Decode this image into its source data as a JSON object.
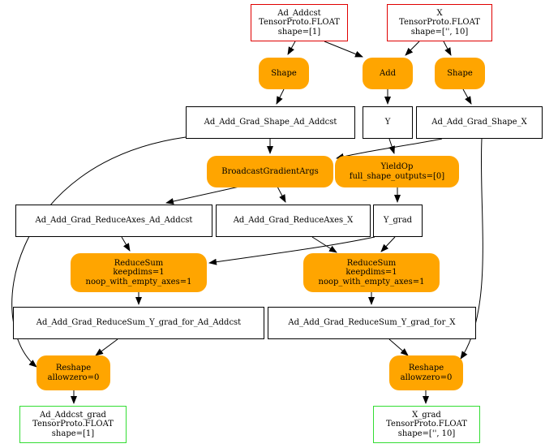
{
  "nodes": {
    "in_addcst": {
      "lines": [
        "Ad_Addcst",
        "TensorProto.FLOAT",
        "shape=[1]"
      ]
    },
    "in_x": {
      "lines": [
        "X",
        "TensorProto.FLOAT",
        "shape=['', 10]"
      ]
    },
    "op_shape_left": {
      "lines": [
        "Shape"
      ]
    },
    "op_add": {
      "lines": [
        "Add"
      ]
    },
    "op_shape_right": {
      "lines": [
        "Shape"
      ]
    },
    "t_shape_addcst": {
      "lines": [
        "Ad_Add_Grad_Shape_Ad_Addcst"
      ]
    },
    "t_y": {
      "lines": [
        "Y"
      ]
    },
    "t_shape_x": {
      "lines": [
        "Ad_Add_Grad_Shape_X"
      ]
    },
    "op_bcast": {
      "lines": [
        "BroadcastGradientArgs"
      ]
    },
    "op_yield": {
      "lines": [
        "YieldOp",
        "full_shape_outputs=[0]"
      ]
    },
    "t_axes_addcst": {
      "lines": [
        "Ad_Add_Grad_ReduceAxes_Ad_Addcst"
      ]
    },
    "t_axes_x": {
      "lines": [
        "Ad_Add_Grad_ReduceAxes_X"
      ]
    },
    "t_ygrad": {
      "lines": [
        "Y_grad"
      ]
    },
    "op_rsum_left": {
      "lines": [
        "ReduceSum",
        "keepdims=1",
        "noop_with_empty_axes=1"
      ]
    },
    "op_rsum_right": {
      "lines": [
        "ReduceSum",
        "keepdims=1",
        "noop_with_empty_axes=1"
      ]
    },
    "t_rsum_addcst": {
      "lines": [
        "Ad_Add_Grad_ReduceSum_Y_grad_for_Ad_Addcst"
      ]
    },
    "t_rsum_x": {
      "lines": [
        "Ad_Add_Grad_ReduceSum_Y_grad_for_X"
      ]
    },
    "op_reshape_left": {
      "lines": [
        "Reshape",
        "allowzero=0"
      ]
    },
    "op_reshape_right": {
      "lines": [
        "Reshape",
        "allowzero=0"
      ]
    },
    "out_addcst_grad": {
      "lines": [
        "Ad_Addcst_grad",
        "TensorProto.FLOAT",
        "shape=[1]"
      ]
    },
    "out_x_grad": {
      "lines": [
        "X_grad",
        "TensorProto.FLOAT",
        "shape=['', 10]"
      ]
    }
  },
  "edges": [
    [
      "in_addcst",
      "op_shape_left"
    ],
    [
      "in_addcst",
      "op_add"
    ],
    [
      "in_x",
      "op_add"
    ],
    [
      "in_x",
      "op_shape_right"
    ],
    [
      "op_shape_left",
      "t_shape_addcst"
    ],
    [
      "op_add",
      "t_y"
    ],
    [
      "op_shape_right",
      "t_shape_x"
    ],
    [
      "t_shape_addcst",
      "op_bcast"
    ],
    [
      "t_shape_x",
      "op_bcast"
    ],
    [
      "t_y",
      "op_yield"
    ],
    [
      "op_bcast",
      "t_axes_addcst"
    ],
    [
      "op_bcast",
      "t_axes_x"
    ],
    [
      "op_yield",
      "t_ygrad"
    ],
    [
      "t_axes_addcst",
      "op_rsum_left"
    ],
    [
      "t_ygrad",
      "op_rsum_left"
    ],
    [
      "t_axes_x",
      "op_rsum_right"
    ],
    [
      "t_ygrad",
      "op_rsum_right"
    ],
    [
      "op_rsum_left",
      "t_rsum_addcst"
    ],
    [
      "op_rsum_right",
      "t_rsum_x"
    ],
    [
      "t_rsum_addcst",
      "op_reshape_left"
    ],
    [
      "t_shape_addcst",
      "op_reshape_left"
    ],
    [
      "t_rsum_x",
      "op_reshape_right"
    ],
    [
      "t_shape_x",
      "op_reshape_right"
    ],
    [
      "op_reshape_left",
      "out_addcst_grad"
    ],
    [
      "op_reshape_right",
      "out_x_grad"
    ]
  ],
  "colors": {
    "op_fill": "#ffa500",
    "input_border": "#e00000",
    "output_border": "#33dd33",
    "tensor_border": "#000000",
    "edge": "#000000"
  }
}
